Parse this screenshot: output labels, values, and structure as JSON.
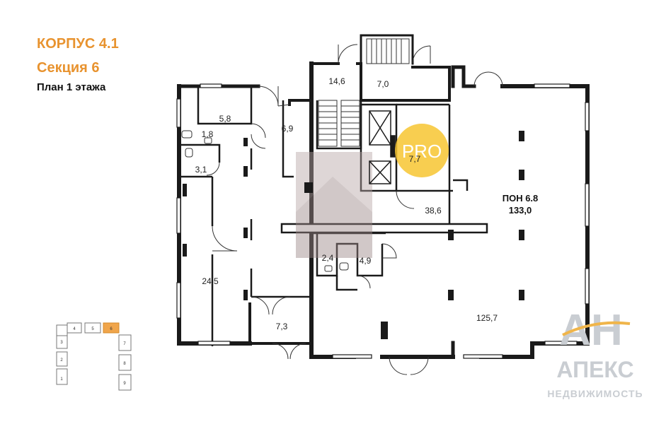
{
  "header": {
    "building": "КОРПУС 4.1",
    "section": "Секция 6",
    "plan": "План 1 этажа"
  },
  "rooms": {
    "r_5_8": "5,8",
    "r_1_8": "1,8",
    "r_3_1": "3,1",
    "r_6_9": "6,9",
    "r_14_6": "14,6",
    "r_7_0": "7,0",
    "r_7_7": "7,7",
    "r_38_6": "38,6",
    "r_24_5": "24,5",
    "r_2_4": "2,4",
    "r_4_9": "4,9",
    "r_7_3": "7,3",
    "r_125_7": "125,7",
    "pon_label": "ПОН 6.8",
    "pon_area": "133,0"
  },
  "key_plan": {
    "sections": [
      "1",
      "2",
      "3",
      "4",
      "5",
      "6",
      "7",
      "8",
      "9"
    ],
    "highlighted": "6"
  },
  "badge": {
    "text": "PRO"
  },
  "logo": {
    "mark": "АН",
    "name": "АПЕКС",
    "sub": "НЕДВИЖИМОСТЬ"
  },
  "colors": {
    "accent": "#e8932f",
    "badge": "#f7c531",
    "wall": "#1a1a1a"
  }
}
